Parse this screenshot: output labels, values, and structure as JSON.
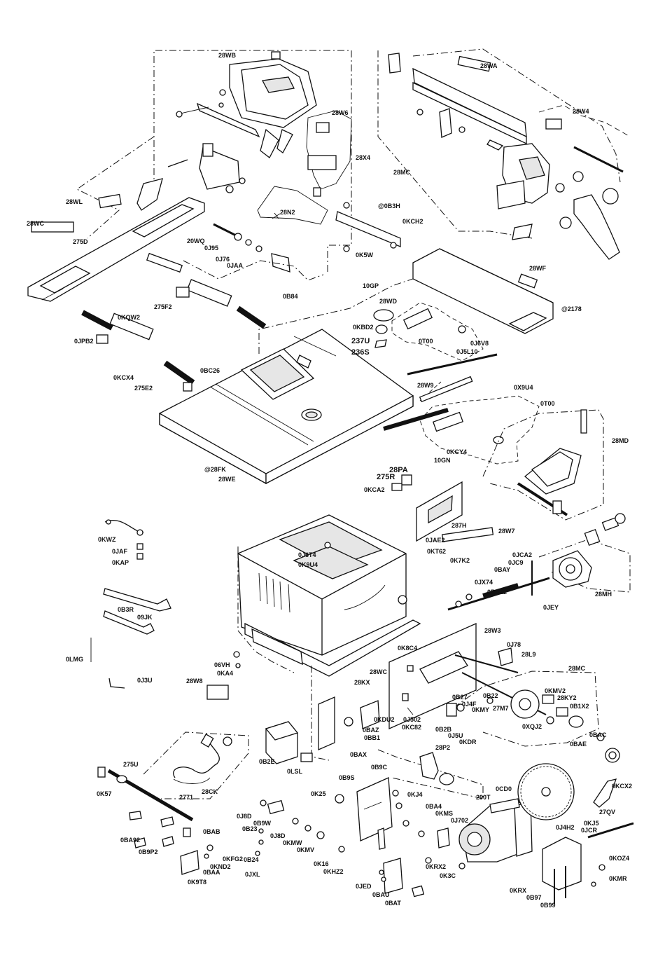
{
  "labels": {
    "28WB": "28WB",
    "28WA": "28WA",
    "28W4": "28W4",
    "28W6": "28W6",
    "28X4": "28X4",
    "28MC_top": "28MC",
    "28WL": "28WL",
    "28WC_top": "28WC",
    "275D": "275D",
    "20WQ": "20WQ",
    "0J95": "0J95",
    "0J76": "0J76",
    "0JAA": "0JAA",
    "28N2": "28N2",
    "0B3H": "@0B3H",
    "0KCH2": "0KCH2",
    "0K5W": "0K5W",
    "0B84": "0B84",
    "28WF": "28WF",
    "2178": "@2178",
    "0KQW2": "0KQW2",
    "0JPB2": "0JPB2",
    "275F2": "275F2",
    "0KCX4": "0KCX4",
    "275E2": "275E2",
    "0BC26": "0BC26",
    "10GP": "10GP",
    "28WD": "28WD",
    "0KBD2": "0KBD2",
    "237U": "237U",
    "236S": "236S",
    "0T00_a": "0T00",
    "0J6V8": "0J6V8",
    "0J5L10": "0J5L10",
    "0X9U4": "0X9U4",
    "28W9": "28W9",
    "0T00_b": "0T00",
    "0KCY4": "0KCY4",
    "10GN": "10GN",
    "28MD": "28MD",
    "28FK": "@28FK",
    "28WE": "28WE",
    "28PA": "28PA",
    "275R": "275R",
    "0KCA2": "0KCA2",
    "287H": "287H",
    "28W7": "28W7",
    "0KWZ": "0KWZ",
    "0JAF": "0JAF",
    "0KAP": "0KAP",
    "0J6T4": "0J6T4",
    "0K9U4": "0K9U4",
    "0JAE2": "0JAE2",
    "0KT62": "0KT62",
    "0K7K2": "0K7K2",
    "0JCA2": "0JCA2",
    "0JC9": "0JC9",
    "0BAY": "0BAY",
    "0JX74": "0JX74",
    "0BB22": "0BB22",
    "0JEY": "0JEY",
    "28MH": "28MH",
    "0B3R": "0B3R",
    "09JK": "09JK",
    "0LMG": "0LMG",
    "28W3": "28W3",
    "0J78": "0J78",
    "28L9": "28L9",
    "0K8C4": "0K8C4",
    "28WC_bot": "28WC",
    "28KX": "28KX",
    "06VH": "06VH",
    "0KA4": "0KA4",
    "0J3U": "0J3U",
    "28W8": "28W8",
    "28MC_bot": "28MC",
    "0KMV2": "0KMV2",
    "28KY2": "28KY2",
    "0B1X2": "0B1X2",
    "0B22": "0B22",
    "0B27": "0B27",
    "0J4F": "0J4F",
    "0KMY": "0KMY",
    "27M7": "27M7",
    "0XQJ2": "0XQJ2",
    "0KDU2": "0KDU2",
    "0J502": "0J502",
    "0KC82": "0KC82",
    "0BAZ": "0BAZ",
    "0BB1": "0BB1",
    "0B2B": "0B2B",
    "0J5U": "0J5U",
    "0KDR": "0KDR",
    "0BAC": "0BAC",
    "0BAE": "0BAE",
    "0BAX": "0BAX",
    "0B2E": "0B2E",
    "0LSL": "0LSL",
    "28P2": "28P2",
    "275U": "275U",
    "0K57": "0K57",
    "28CK": "28CK",
    "2771": "2771",
    "0B9S": "0B9S",
    "0B9C": "0B9C",
    "0K25": "0K25",
    "0KJ4": "0KJ4",
    "290T": "290T",
    "0CD0": "0CD0",
    "0KCX2": "0KCX2",
    "27QV": "27QV",
    "0J8D_a": "0J8D",
    "0B9W": "0B9W",
    "0BA4": "0BA4",
    "0KMS": "0KMS",
    "0J702": "0J702",
    "0J4H2": "0J4H2",
    "0KJ5": "0KJ5",
    "0JCR": "0JCR",
    "0BA92": "0BA92",
    "0BAB": "0BAB",
    "0B23": "0B23",
    "0J8D_b": "0J8D",
    "0KMW": "0KMW",
    "0B9P2": "0B9P2",
    "0KFG2": "0KFG2",
    "0B24": "0B24",
    "0KMV": "0KMV",
    "0K16": "0K16",
    "0KHZ2": "0KHZ2",
    "0KRX2": "0KRX2",
    "0KOZ4": "0KOZ4",
    "0BAA": "0BAA",
    "0KND2": "0KND2",
    "0JXL": "0JXL",
    "0K3C": "0K3C",
    "0JED": "0JED",
    "0KMR": "0KMR",
    "0K9T8": "0K9T8",
    "0BAU": "0BAU",
    "0BAT": "0BAT",
    "0KRX": "0KRX",
    "0B97": "0B97",
    "0B99": "0B99"
  }
}
